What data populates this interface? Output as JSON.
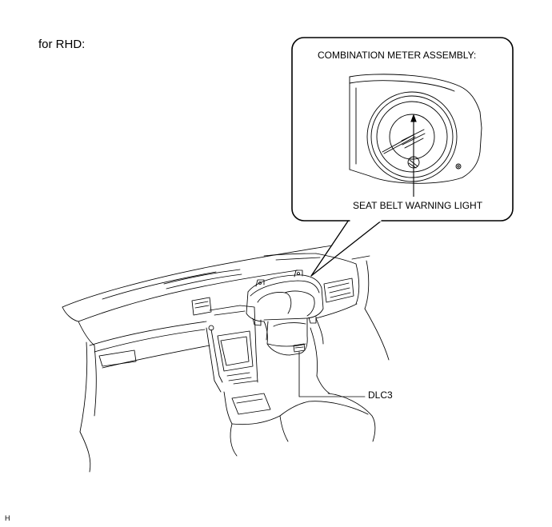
{
  "figure": {
    "variant_label": "for RHD:",
    "callout_title": "COMBINATION METER ASSEMBLY:",
    "seat_belt_light_label": "SEAT BELT WARNING LIGHT",
    "connector_label": "DLC3",
    "corner_code": "H"
  },
  "colors": {
    "line": "#000000",
    "background": "#ffffff"
  }
}
